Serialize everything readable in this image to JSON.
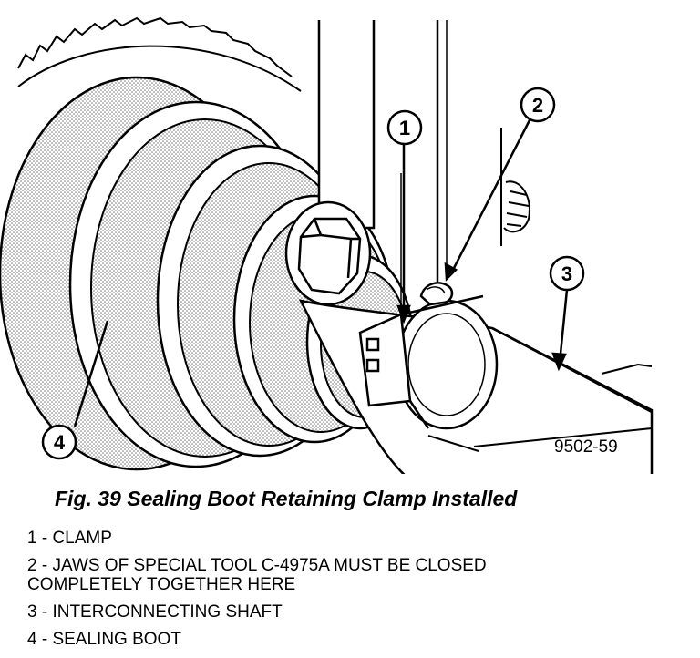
{
  "figure": {
    "id_label": "9502-59",
    "callouts": [
      "1",
      "2",
      "3",
      "4"
    ]
  },
  "caption": "Fig. 39 Sealing Boot Retaining Clamp Installed",
  "legend": [
    "1 - CLAMP",
    "2 - JAWS OF SPECIAL TOOL C-4975A MUST BE CLOSED\nCOMPLETELY TOGETHER HERE",
    "3 - INTERCONNECTING SHAFT",
    "4 - SEALING BOOT"
  ]
}
